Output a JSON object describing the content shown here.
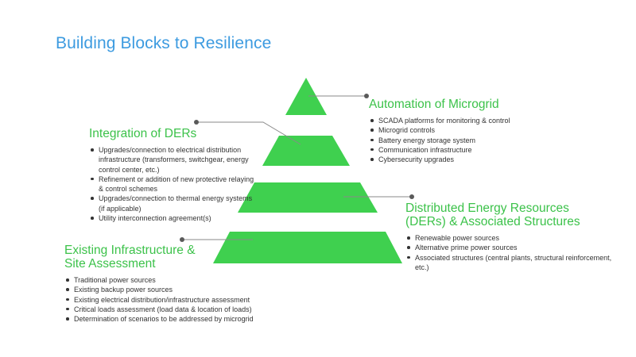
{
  "title": "Building Blocks to Resilience",
  "colors": {
    "title": "#3d9be0",
    "block_fill": "#3fd04f",
    "heading": "#3cc24a",
    "connector": "#8a8a8a",
    "dot": "#5a5a5a",
    "body_text": "#333333"
  },
  "blocks": [
    {
      "title": "Automation of Microgrid",
      "items": [
        "SCADA platforms for monitoring & control",
        "Microgrid controls",
        "Battery energy storage system",
        "Communication infrastructure",
        "Cybersecurity upgrades"
      ]
    },
    {
      "title": "Integration of DERs",
      "items": [
        "Upgrades/connection to electrical distribution infrastructure (transformers, switchgear, energy control center, etc.)",
        "Refinement or addition of new protective relaying & control schemes",
        "Upgrades/connection to thermal energy systems (if applicable)",
        "Utility interconnection agreement(s)"
      ]
    },
    {
      "title": "Distributed Energy Resources\n(DERs) & Associated Structures",
      "items": [
        "Renewable power sources",
        "Alternative prime power sources",
        "Associated structures (central plants, structural reinforcement, etc.)"
      ]
    },
    {
      "title": "Existing Infrastructure &\nSite Assessment",
      "items": [
        "Traditional power sources",
        "Existing backup power sources",
        "Existing electrical distribution/infrastructure assessment",
        "Critical loads assessment (load data & location of loads)",
        "Determination of scenarios to be addressed by microgrid"
      ]
    }
  ]
}
